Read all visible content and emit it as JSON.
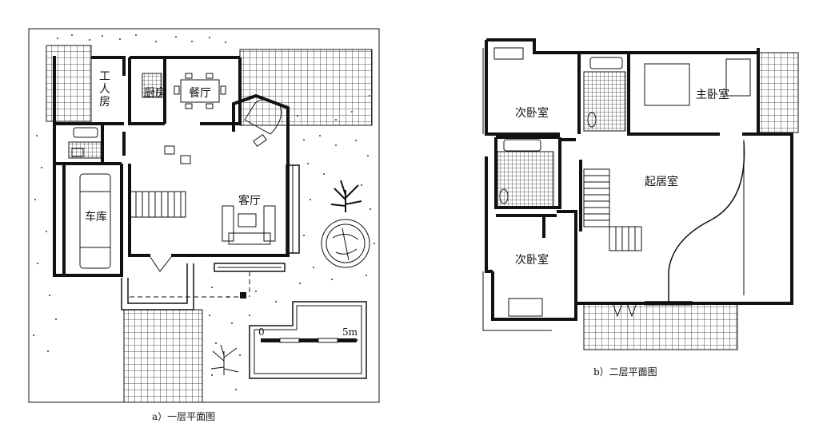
{
  "plans": {
    "first_floor": {
      "caption": "a）一层平面图",
      "rooms": {
        "worker_room": "工人房",
        "kitchen": "厨房",
        "dining": "餐厅",
        "living": "客厅",
        "garage": "车库"
      },
      "scale_bar": {
        "start": "0",
        "end": "5m"
      }
    },
    "second_floor": {
      "caption": "b）二层平面图",
      "rooms": {
        "secondary_bedroom_top": "次卧室",
        "master_bedroom": "主卧室",
        "family_room": "起居室",
        "secondary_bedroom_bottom": "次卧室"
      }
    }
  }
}
